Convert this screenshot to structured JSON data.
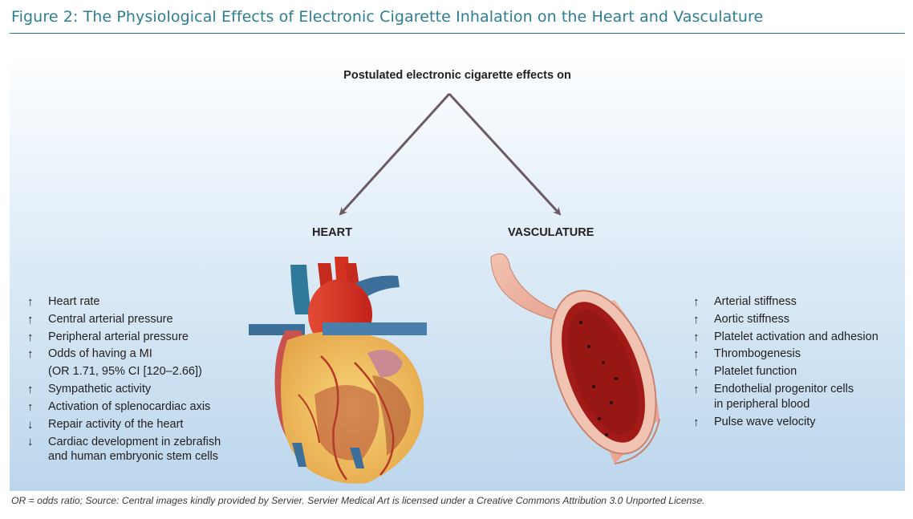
{
  "figure": {
    "title": "Figure 2: The Physiological Effects of Electronic Cigarette Inhalation on the Heart and Vasculature",
    "subtitle": "Postulated electronic cigarette effects on",
    "footer": "OR = odds ratio; Source: Central images kindly provided by Servier. Servier Medical Art is licensed under a Creative Commons Attribution 3.0 Unported License."
  },
  "heart": {
    "label": "HEART",
    "effects": [
      {
        "direction": "↑",
        "text": "Heart rate"
      },
      {
        "direction": "↑",
        "text": "Central arterial pressure"
      },
      {
        "direction": "↑",
        "text": "Peripheral arterial pressure"
      },
      {
        "direction": "↑",
        "text": "Odds of having a MI",
        "sub": "(OR 1.71, 95% CI [120–2.66])"
      },
      {
        "direction": "↑",
        "text": "Sympathetic activity"
      },
      {
        "direction": "↑",
        "text": "Activation of splenocardiac axis"
      },
      {
        "direction": "↓",
        "text": "Repair activity of the heart"
      },
      {
        "direction": "↓",
        "text": "Cardiac development in zebrafish",
        "sub": "and human embryonic stem cells"
      }
    ]
  },
  "vasculature": {
    "label": "VASCULATURE",
    "effects": [
      {
        "direction": "↑",
        "text": "Arterial stiffness"
      },
      {
        "direction": "↑",
        "text": "Aortic stiffness"
      },
      {
        "direction": "↑",
        "text": "Platelet activation and adhesion"
      },
      {
        "direction": "↑",
        "text": "Thrombogenesis"
      },
      {
        "direction": "↑",
        "text": "Platelet function"
      },
      {
        "direction": "↑",
        "text": "Endothelial progenitor cells",
        "sub": "in peripheral blood"
      },
      {
        "direction": "↑",
        "text": "Pulse wave velocity"
      }
    ]
  },
  "colors": {
    "title": "#2d7e93",
    "arrow": "#6c5b63",
    "panel_top": "#fdfeff",
    "panel_bottom": "#bcd6ec"
  }
}
